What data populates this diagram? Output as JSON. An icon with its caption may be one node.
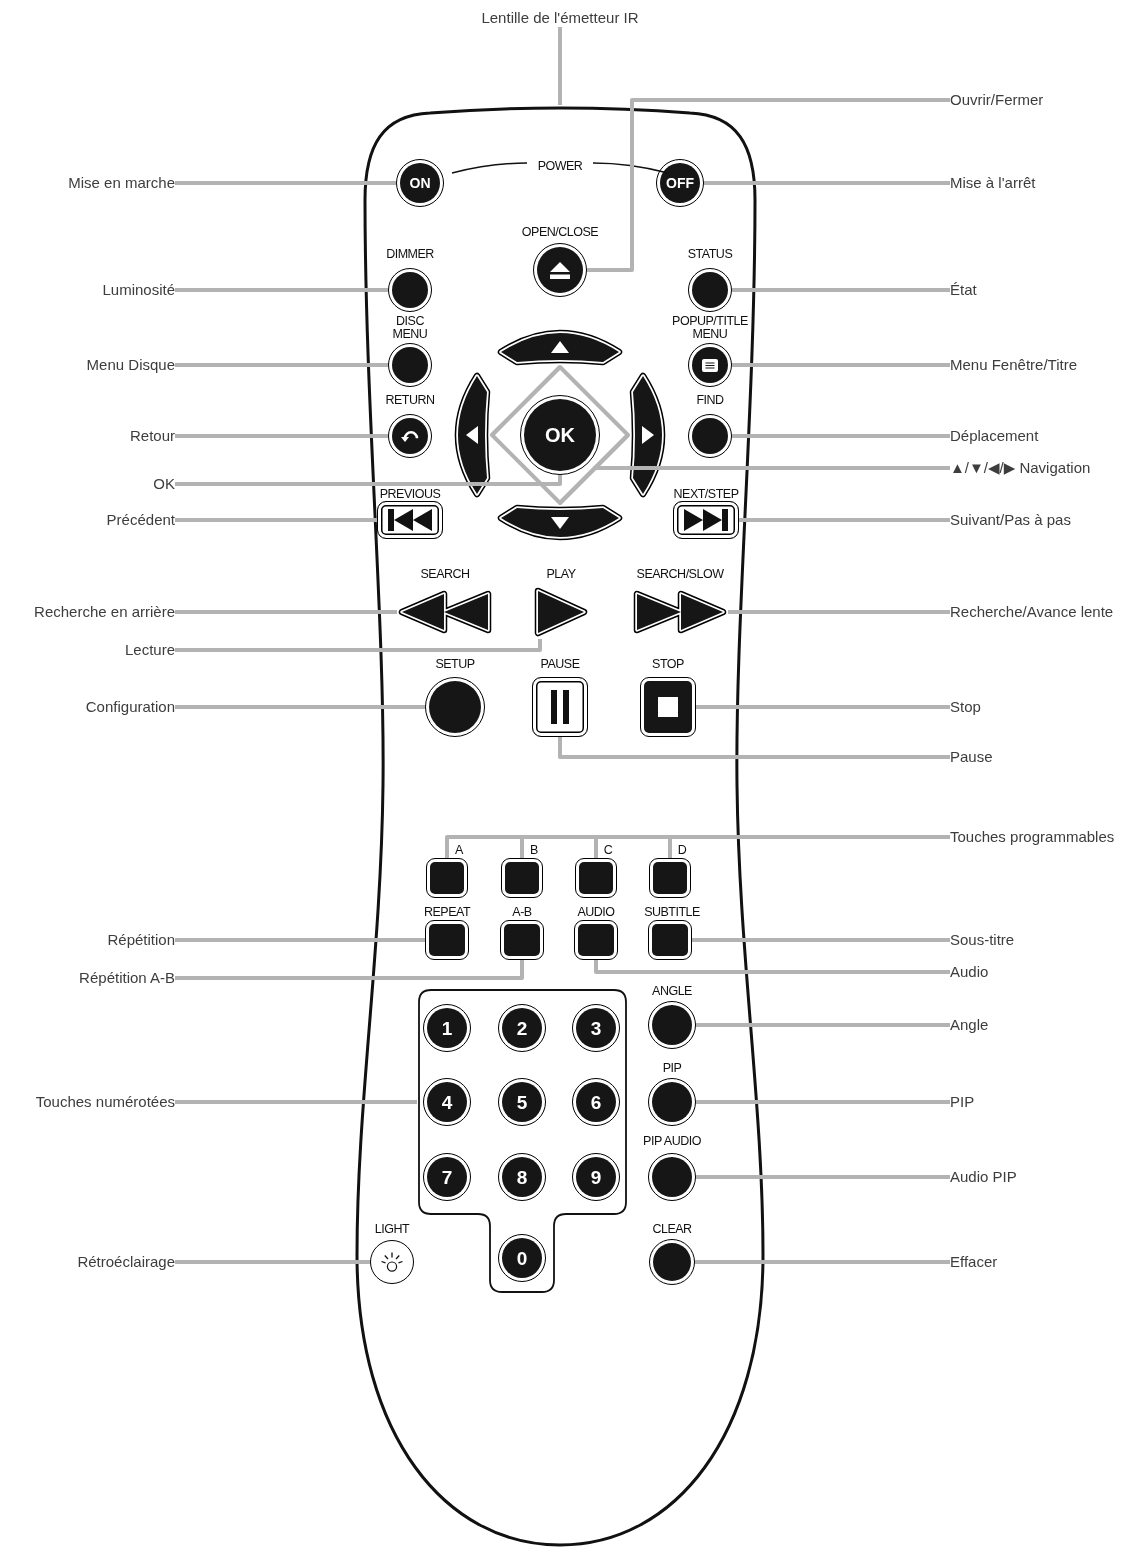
{
  "diagram": {
    "nodes": [
      {
        "text": [
          "Lentille de l'émetteur IR"
        ]
      },
      {
        "text": [
          "Ouvrir/Fermer"
        ]
      },
      {
        "text": [
          "Mise en marche"
        ]
      },
      {
        "text": [
          "Mise à l'arrêt"
        ]
      },
      {
        "text": [
          "Luminosité"
        ]
      },
      {
        "text": [
          "État"
        ]
      },
      {
        "text": [
          "Menu Disque"
        ]
      },
      {
        "text": [
          "Menu Fenêtre/Titre"
        ]
      },
      {
        "text": [
          "Retour"
        ]
      },
      {
        "text": [
          "Déplacement"
        ]
      },
      {
        "text": [
          "OK"
        ]
      },
      {
        "text": [
          "▲/▼/◀/▶ Navigation"
        ]
      },
      {
        "text": [
          "Précédent"
        ]
      },
      {
        "text": [
          "Suivant/Pas à pas"
        ]
      },
      {
        "text": [
          "Recherche en arrière"
        ]
      },
      {
        "text": [
          "Recherche/Avance lente"
        ]
      },
      {
        "text": [
          "Lecture"
        ]
      },
      {
        "text": [
          "Configuration"
        ]
      },
      {
        "text": [
          "Stop"
        ]
      },
      {
        "text": [
          "Pause"
        ]
      },
      {
        "text": [
          "Touches programmables"
        ]
      },
      {
        "text": [
          "Répétition"
        ]
      },
      {
        "text": [
          "Sous-titre"
        ]
      },
      {
        "text": [
          "Répétition A-B"
        ]
      },
      {
        "text": [
          "Audio"
        ]
      },
      {
        "text": [
          "Angle"
        ]
      },
      {
        "text": [
          "Touches numérotées"
        ]
      },
      {
        "text": [
          "PIP"
        ]
      },
      {
        "text": [
          "Audio PIP"
        ]
      },
      {
        "text": [
          "Rétroéclairage"
        ]
      },
      {
        "text": [
          "Effacer"
        ]
      },
      {
        "text": [],
        "shape": "picture"
      },
      {
        "text": [
          "ON"
        ],
        "in": 31
      },
      {
        "text": [
          "OFF"
        ],
        "in": 31
      },
      {
        "text": [],
        "shape": "circle",
        "in": 31,
        "beside": [
          "OPEN/CLOSE"
        ]
      },
      {
        "text": [],
        "shape": "circle",
        "in": 31,
        "beside": [
          "DIMMER"
        ]
      },
      {
        "text": [],
        "shape": "circle",
        "in": 31,
        "beside": [
          "STATUS"
        ]
      },
      {
        "text": [],
        "shape": "circle",
        "in": 31,
        "beside": [
          "DISC MENU"
        ]
      },
      {
        "text": [],
        "shape": "picture",
        "in": 31
      },
      {
        "text": [],
        "shape": "circle",
        "in": 31,
        "beside": [
          "POPUP/TITLE MENU"
        ]
      },
      {
        "text": [],
        "shape": "picture",
        "in": 31
      },
      {
        "text": [],
        "shape": "circle",
        "in": 31,
        "beside": [
          "RETURN"
        ]
      },
      {
        "text": [
          "OK"
        ],
        "in": 31
      },
      {
        "text": [],
        "shape": "picture",
        "in": 31
      },
      {
        "text": [],
        "shape": "circle",
        "in": 31,
        "beside": [
          "FIND"
        ]
      },
      {
        "text": [],
        "shape": "picture",
        "in": 31
      },
      {
        "text": [],
        "shape": "box",
        "in": 31,
        "beside": [
          "PREVIOUS"
        ]
      },
      {
        "text": [],
        "shape": "box",
        "in": 31,
        "beside": [
          "NEXT/STEP"
        ]
      },
      {
        "text": [],
        "shape": "picture",
        "in": 31,
        "beside": [
          "SEARCH"
        ]
      },
      {
        "text": [],
        "shape": "picture",
        "in": 31,
        "beside": [
          "PLAY"
        ]
      },
      {
        "text": [],
        "shape": "picture",
        "in": 31,
        "beside": [
          "SEARCH/SLOW"
        ]
      },
      {
        "text": [],
        "shape": "circle",
        "in": 31,
        "beside": [
          "SETUP"
        ]
      },
      {
        "text": [],
        "shape": "box",
        "in": 31,
        "beside": [
          "PAUSE"
        ]
      },
      {
        "text": [],
        "shape": "box",
        "in": 31,
        "beside": [
          "STOP"
        ]
      },
      {
        "text": [],
        "shape": "box",
        "in": 31,
        "beside": [
          "A"
        ]
      },
      {
        "text": [],
        "shape": "box",
        "in": 31,
        "beside": [
          "B"
        ]
      },
      {
        "text": [],
        "shape": "box",
        "in": 31,
        "beside": [
          "C"
        ]
      },
      {
        "text": [],
        "shape": "box",
        "in": 31,
        "beside": [
          "D"
        ]
      },
      {
        "text": [],
        "shape": "box",
        "in": 31,
        "beside": [
          "REPEAT"
        ]
      },
      {
        "text": [],
        "shape": "box",
        "in": 31,
        "beside": [
          "A-B"
        ]
      },
      {
        "text": [],
        "shape": "box",
        "in": 31,
        "beside": [
          "AUDIO"
        ]
      },
      {
        "text": [],
        "shape": "box",
        "in": 31,
        "beside": [
          "SUBTITLE"
        ]
      },
      {
        "text": [],
        "shape": "circle",
        "in": 31,
        "beside": [
          "ANGLE"
        ]
      },
      {
        "text": [],
        "shape": "box",
        "in": 31
      },
      {
        "text": [
          "1"
        ],
        "in": 63
      },
      {
        "text": [
          "2"
        ],
        "in": 63
      },
      {
        "text": [
          "3"
        ],
        "in": 63
      },
      {
        "text": [
          "4"
        ],
        "in": 63
      },
      {
        "text": [
          "5"
        ],
        "in": 63
      },
      {
        "text": [
          "6"
        ],
        "in": 63
      },
      {
        "text": [
          "7"
        ],
        "in": 63
      },
      {
        "text": [
          "8"
        ],
        "in": 63
      },
      {
        "text": [
          "9"
        ],
        "in": 63
      },
      {
        "text": [
          "0"
        ],
        "in": 63
      },
      {
        "text": [],
        "shape": "circle",
        "in": 31,
        "beside": [
          "PIP"
        ]
      },
      {
        "text": [],
        "shape": "circle",
        "in": 31,
        "beside": [
          "PIP AUDIO"
        ]
      },
      {
        "text": [],
        "shape": "circle",
        "in": 31,
        "beside": [
          "LIGHT"
        ]
      },
      {
        "text": [],
        "shape": "circle",
        "in": 31,
        "beside": [
          "CLEAR"
        ]
      }
    ],
    "edges": [
      {
        "from": 0,
        "to": 31,
        "arrow": "none"
      },
      {
        "from": 1,
        "to": 34,
        "arrow": "none"
      },
      {
        "from": 2,
        "to": 32,
        "arrow": "none"
      },
      {
        "from": 3,
        "to": 33,
        "arrow": "none"
      },
      {
        "from": 4,
        "to": 35,
        "arrow": "none"
      },
      {
        "from": 5,
        "to": 36,
        "arrow": "none"
      },
      {
        "from": 6,
        "to": 37,
        "arrow": "none"
      },
      {
        "from": 7,
        "to": 39,
        "arrow": "none"
      },
      {
        "from": 8,
        "to": 41,
        "arrow": "none"
      },
      {
        "from": 9,
        "to": 44,
        "arrow": "none"
      },
      {
        "from": 10,
        "to": 42,
        "arrow": "none"
      },
      {
        "from": 11,
        "to": 38,
        "arrow": "none"
      },
      {
        "from": 11,
        "to": 40,
        "arrow": "none"
      },
      {
        "from": 11,
        "to": 43,
        "arrow": "none"
      },
      {
        "from": 11,
        "to": 45,
        "arrow": "none"
      },
      {
        "from": 12,
        "to": 46,
        "arrow": "none"
      },
      {
        "from": 13,
        "to": 47,
        "arrow": "none"
      },
      {
        "from": 14,
        "to": 48,
        "arrow": "none"
      },
      {
        "from": 15,
        "to": 50,
        "arrow": "none"
      },
      {
        "from": 16,
        "to": 49,
        "arrow": "none"
      },
      {
        "from": 17,
        "to": 51,
        "arrow": "none"
      },
      {
        "from": 18,
        "to": 53,
        "arrow": "none"
      },
      {
        "from": 19,
        "to": 52,
        "arrow": "none"
      },
      {
        "from": 20,
        "to": 54,
        "arrow": "none"
      },
      {
        "from": 20,
        "to": 55,
        "arrow": "none"
      },
      {
        "from": 20,
        "to": 56,
        "arrow": "none"
      },
      {
        "from": 20,
        "to": 57,
        "arrow": "none"
      },
      {
        "from": 21,
        "to": 58,
        "arrow": "none"
      },
      {
        "from": 22,
        "to": 61,
        "arrow": "none"
      },
      {
        "from": 23,
        "to": 59,
        "arrow": "none"
      },
      {
        "from": 24,
        "to": 60,
        "arrow": "none"
      },
      {
        "from": 25,
        "to": 62,
        "arrow": "none"
      },
      {
        "from": 26,
        "to": 63,
        "arrow": "none"
      },
      {
        "from": 27,
        "to": 74,
        "arrow": "none"
      },
      {
        "from": 28,
        "to": 75,
        "arrow": "none"
      },
      {
        "from": 29,
        "to": 76,
        "arrow": "none"
      },
      {
        "from": 30,
        "to": 77,
        "arrow": "none"
      }
    ],
    "labels": [
      "POWER"
    ]
  }
}
